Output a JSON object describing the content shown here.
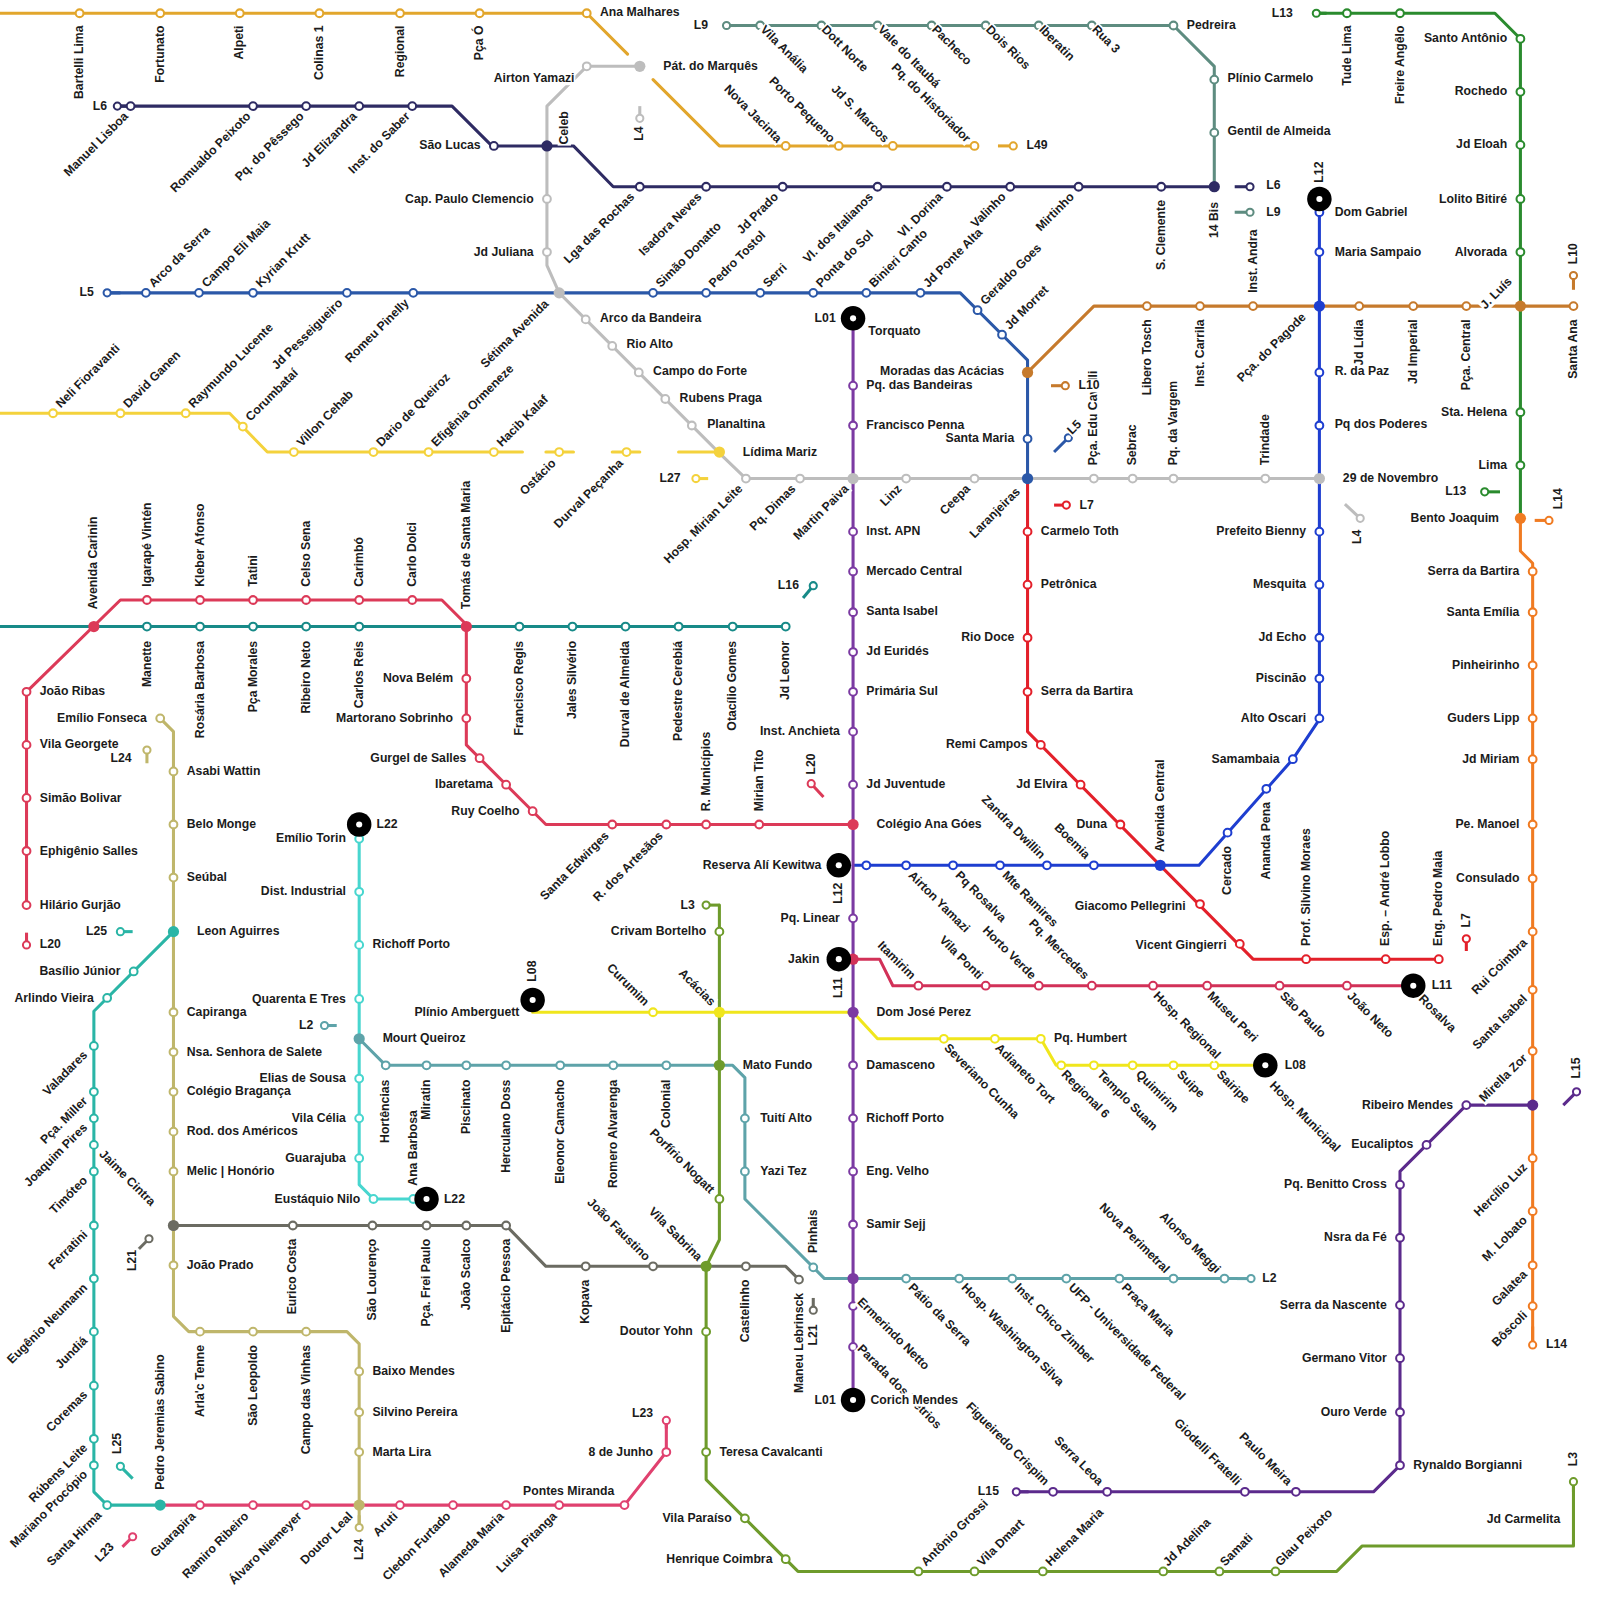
{
  "diagram": {
    "labels": [
      "Bartelli Lima",
      "Fortunato",
      "Alpeti",
      "Colinas 1",
      "Regional",
      "Pça Ó",
      "Ana Malhares",
      "Pát. do Marquês",
      "Airton Yamazi",
      "L4",
      "Celeb",
      "Nova Jacinta",
      "Porto Pequeno",
      "Jd S. Marcos",
      "Pq. do Historiador",
      "L49",
      "L9",
      "Vila Anália",
      "Dott Norte",
      "Vale do Itaubá",
      "Pacheco",
      "Dois Rios",
      "Iberatin",
      "Rua 3",
      "Pedreira",
      "Plínio Carmelo",
      "Gentil de Almeida",
      "L9",
      "L13",
      "Tude Lima",
      "Freire Angêlo",
      "Santo Antônio",
      "Rochedo",
      "Jd Eloah",
      "Lolito Bitiré",
      "Alvorada",
      "J. Luís",
      "Sta. Helena",
      "Lima",
      "L13",
      "Bento Joaquim",
      "L14",
      "L6",
      "Manuel Lisboa",
      "Romualdo Peixoto",
      "Pq. do Pêssego",
      "Jd Elizandra",
      "Inst. do Saber",
      "São Lucas",
      "Lga das Rochas",
      "Isadora Neves",
      "Jd Prado",
      "Vl. dos Italianos",
      "Vl. Dorina",
      "Valinho",
      "Mirtinho",
      "S. Clemente",
      "14 Bis",
      "L6",
      "Cap. Paulo Clemencio",
      "Jd Juliana",
      "Arco da Bandeira",
      "Rio Alto",
      "Campo do Forte",
      "Rubens Praga",
      "Planaltina",
      "Hosp. Mirian Leite",
      "Pq. Dimas",
      "Martin Paiva",
      "Linz",
      "Ceepa",
      "Laranjeiras",
      "Pça. Edu Cavelli",
      "Sebrac",
      "Pq. da Vargem",
      "Trindade",
      "29 de Novembro",
      "L4",
      "L5",
      "Arco da Serra",
      "Campo Eli Maia",
      "Kyrian Krutt",
      "Jd Pesseigueiro",
      "Romeu Pinelly",
      "Sétima Avenida",
      "Simão Donatto",
      "Pedro Tostol",
      "Serri",
      "Ponta do Sol",
      "Binieri Canto",
      "Jd Ponte Alta",
      "Geraldo Goes",
      "Jd Morret",
      "Santa Maria",
      "L5",
      "Neli Fioravanti",
      "David Ganen",
      "Raymundo Lucente",
      "Corumbataí",
      "Villon Cehab",
      "Dario de Queiroz",
      "Efigênia Ormeneze",
      "Hacib Kalaf",
      "Ostácio",
      "Durval Peçanha",
      "Lídima Mariz",
      "L27",
      "Moradas das Acácias",
      "L10",
      "Libero Tosch",
      "Inst. Carrila",
      "Inst. Andra",
      "Pça. do Pagode",
      "Jd Lídia",
      "Jd Imperial",
      "Pça. Central",
      "Santa Ana",
      "L10",
      "L12",
      "Dom Gabriel",
      "Maria Sampaio",
      "R. da Paz",
      "Pq dos Poderes",
      "Prefeito Bienny",
      "Mesquita",
      "Jd Echo",
      "Piscinão",
      "Alto Oscari",
      "Samambaia",
      "Ananda Pena",
      "Cercado",
      "Avenida Central",
      "Zandra Dwillin",
      "Boemia",
      "Airton Yamazi",
      "Pq Rosalva",
      "Mte Ramires",
      "Reserva Alí Kewitwa",
      "L12",
      "L01",
      "Torquato",
      "Pq. das Bandeiras",
      "Francisco Penna",
      "Inst. APN",
      "Mercado Central",
      "Santa Isabel",
      "Jd Euridés",
      "Primária Sul",
      "Inst. Anchieta",
      "Jd Juventude",
      "Colégio Ana Góes",
      "Pq. Linear",
      "Jakin",
      "L11",
      "Dom José Perez",
      "Damasceno",
      "Richoff Porto",
      "Eng. Velho",
      "Samir Sejj",
      "Ermerindo Netto",
      "Parada dos Métrios",
      "Corich Mendes",
      "L01",
      "L16",
      "L20",
      "L7",
      "Carmelo Toth",
      "Petrônica",
      "Rio Doce",
      "Serra da Bartira",
      "Remi Campos",
      "Jd Elvira",
      "Duna",
      "Giacomo Pellegrini",
      "Vicent Gingierri",
      "Prof. Silvino Moraes",
      "Esp. – André Lobbo",
      "Eng. Pedro Maia",
      "L7",
      "Itamirim",
      "Vila Ponti",
      "Horto Verde",
      "Pq. Mercedes",
      "Hosp. Regional",
      "Museu Peri",
      "São Paulo",
      "João Neto",
      "Rosalva",
      "L11",
      "L08",
      "Plínio Amberguett",
      "Curumim",
      "Acácias",
      "Severiano Cunha",
      "Adianeto Tort",
      "Pq. Humbert",
      "Regional 6",
      "Templo Suam",
      "Quimirim",
      "Suipe",
      "Sairipe",
      "Hosp. Municipal",
      "L08",
      "L3",
      "Crivam Bortelho",
      "Mato Fundo",
      "Porfírio Nogatt",
      "João Faustino",
      "Vila Sabrina",
      "Doutor Yohn",
      "Teresa Cavalcanti",
      "Vila Paraíso",
      "Henrique Coimbra",
      "Antônio Grossi",
      "Vila Dmart",
      "Helena Maria",
      "Jd Adelina",
      "Samati",
      "Glau Peixoto",
      "Jd Carmelita",
      "L3",
      "L2",
      "Mourt Queiroz",
      "Hortências",
      "Miratin",
      "Piscinato",
      "Herculano Doss",
      "Eleonor Camacho",
      "Romero Alvarenga",
      "Colonial",
      "Tuití Alto",
      "Yazi Tez",
      "Pinhais",
      "Pátio da Serra",
      "Hosp. Washington Silva",
      "Inst. Chico Zimber",
      "UFP - Universidade Federal",
      "Praça Maria",
      "Nova Perimetral",
      "Alonso Meggi",
      "L2",
      "Emílio Torin",
      "L22",
      "Dist. Industrial",
      "Richoff Porto",
      "Quarenta E Tres",
      "Elias de Sousa",
      "Vila Célia",
      "Guarajuba",
      "Eustáquio Nilo",
      "Ana Barbosa",
      "L22",
      "L21",
      "Eurico Costa",
      "São Lourenço",
      "Pça. Frei Paulo",
      "João Scalco",
      "Epitácio Pessoa",
      "Kopava",
      "Castelinho",
      "Maneu Lebrinsck",
      "L21",
      "Emílio Fonseca",
      "L24",
      "Asabi Wattin",
      "Belo Monge",
      "Seúbal",
      "Leon Aguirres",
      "Capiranga",
      "Nsa. Senhora de Salete",
      "Colégio Bragança",
      "Rod. dos Américos",
      "Melic | Honório",
      "João Prado",
      "Arla'c Tenne",
      "São Leopoldo",
      "Campo das Vinhas",
      "Baixo Mendes",
      "Silvino Pereira",
      "Marta Lira",
      "L24",
      "L25",
      "Basílio Júnior",
      "Arlindo Vieira",
      "Valadares",
      "Pça. Miller",
      "Joaquim Pires",
      "Jaime Cintra",
      "Timóteo",
      "Ferratini",
      "Eugênio Neumann",
      "Jundiá",
      "Coremas",
      "Rúbens Leite",
      "Mariano Procópio",
      "Santa Hirma",
      "L25",
      "Pedro Jeremias Sabino",
      "Guarapira",
      "Ramiro Ribeiro",
      "Álvaro Niemeyer",
      "Doutor Leal",
      "Aruti",
      "Cledon Furtado",
      "Alameda Maria",
      "Luisa Pitanga",
      "Pontes Miranda",
      "8 de Junho",
      "L23",
      "L23",
      "Avenida Carinin",
      "Manette",
      "Rosária Barbosa",
      "Pça Morales",
      "Ribeiro Neto",
      "Carlos Reis",
      "Francisco Regis",
      "Jales Silvério",
      "Durval de Almeida",
      "Pedestre Cerebiá",
      "Otacílio Gomes",
      "Jd Leonor",
      "Igarapé Vintén",
      "Kleber Afonso",
      "Tatini",
      "Celso Sena",
      "Carimbó",
      "Carlo Dolci",
      "Tomás de Santa Maria",
      "Nova Belém",
      "Martorano Sobrinho",
      "Gurgel de Salles",
      "Ibaretama",
      "Ruy Coelho",
      "Santa Edwirges",
      "R. dos Artesãos",
      "R. Municípios",
      "Mirian Tito",
      "João Ribas",
      "Vila Georgete",
      "Simão Bolivar",
      "Ephigênio Salles",
      "Hilário Gurjão",
      "L20",
      "Serra da Bartira",
      "Santa Emília",
      "Pinheirinho",
      "Guders Lipp",
      "Jd Miriam",
      "Pe. Manoel",
      "Consulado",
      "Rui Coimbra",
      "Santa Isabel",
      "Mirella Zor",
      "Hercílio Luz",
      "M. Lobato",
      "Galatea",
      "Bôscoli",
      "L14",
      "L15",
      "Ribeiro Mendes",
      "Eucaliptos",
      "Pq. Benitto Cross",
      "Nsra da Fé",
      "Serra da Nascente",
      "Germano Vitor",
      "Ouro Verde",
      "Rynaldo Borgianni",
      "Figueiredo Crispim",
      "Serra Leoa",
      "Giodelli Fratelli",
      "Paulo Meira",
      "L15"
    ]
  }
}
